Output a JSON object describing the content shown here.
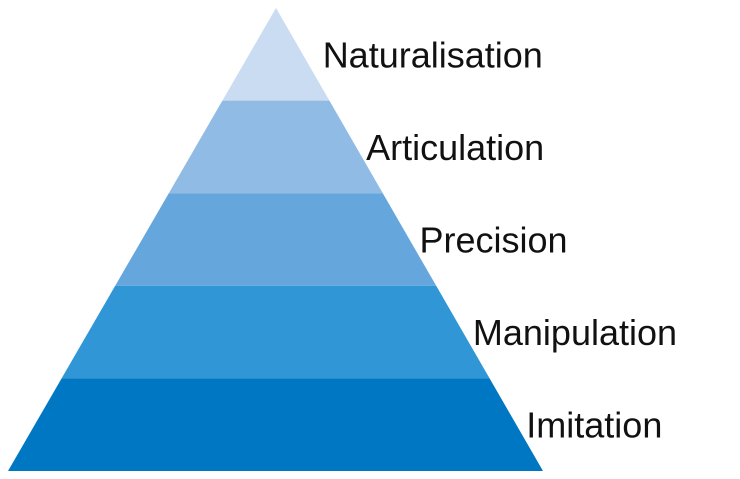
{
  "diagram": {
    "type": "pyramid",
    "order": "top-to-bottom",
    "levels": [
      {
        "label": "Naturalisation",
        "color": "#C9DCF1"
      },
      {
        "label": "Articulation",
        "color": "#90BBE5"
      },
      {
        "label": "Precision",
        "color": "#65A7DC"
      },
      {
        "label": "Manipulation",
        "color": "#3196D6"
      },
      {
        "label": "Imitation",
        "color": "#0077C2"
      }
    ],
    "text_color": "#111111",
    "background": "#FFFFFF"
  }
}
